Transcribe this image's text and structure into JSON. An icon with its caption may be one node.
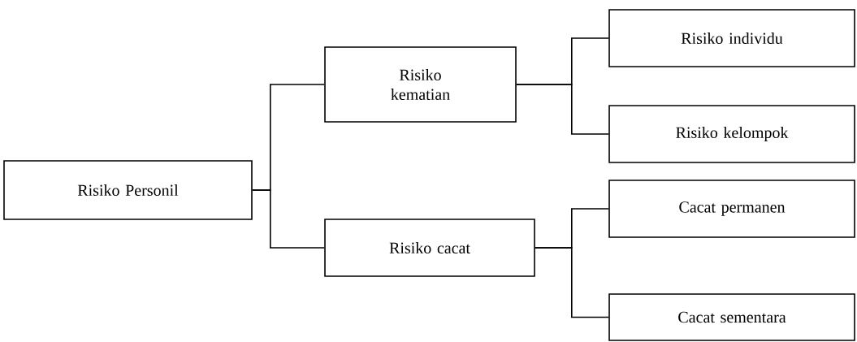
{
  "diagram": {
    "nodes": [
      {
        "text": [
          "Risiko Personil"
        ]
      },
      {
        "text": [
          "Risiko kematian"
        ]
      },
      {
        "text": [
          "Risiko cacat"
        ]
      },
      {
        "text": [
          "Risiko individu"
        ]
      },
      {
        "text": [
          "Risiko kelompok"
        ]
      },
      {
        "text": [
          "Cacat permanen"
        ]
      },
      {
        "text": [
          "Cacat sementara"
        ]
      }
    ],
    "edges": [
      {
        "from": 0,
        "to": 1,
        "arrow": "none"
      },
      {
        "from": 0,
        "to": 2,
        "arrow": "none"
      },
      {
        "from": 1,
        "to": 3,
        "arrow": "none"
      },
      {
        "from": 1,
        "to": 4,
        "arrow": "none"
      },
      {
        "from": 2,
        "to": 5,
        "arrow": "none"
      },
      {
        "from": 2,
        "to": 6,
        "arrow": "none"
      }
    ]
  }
}
